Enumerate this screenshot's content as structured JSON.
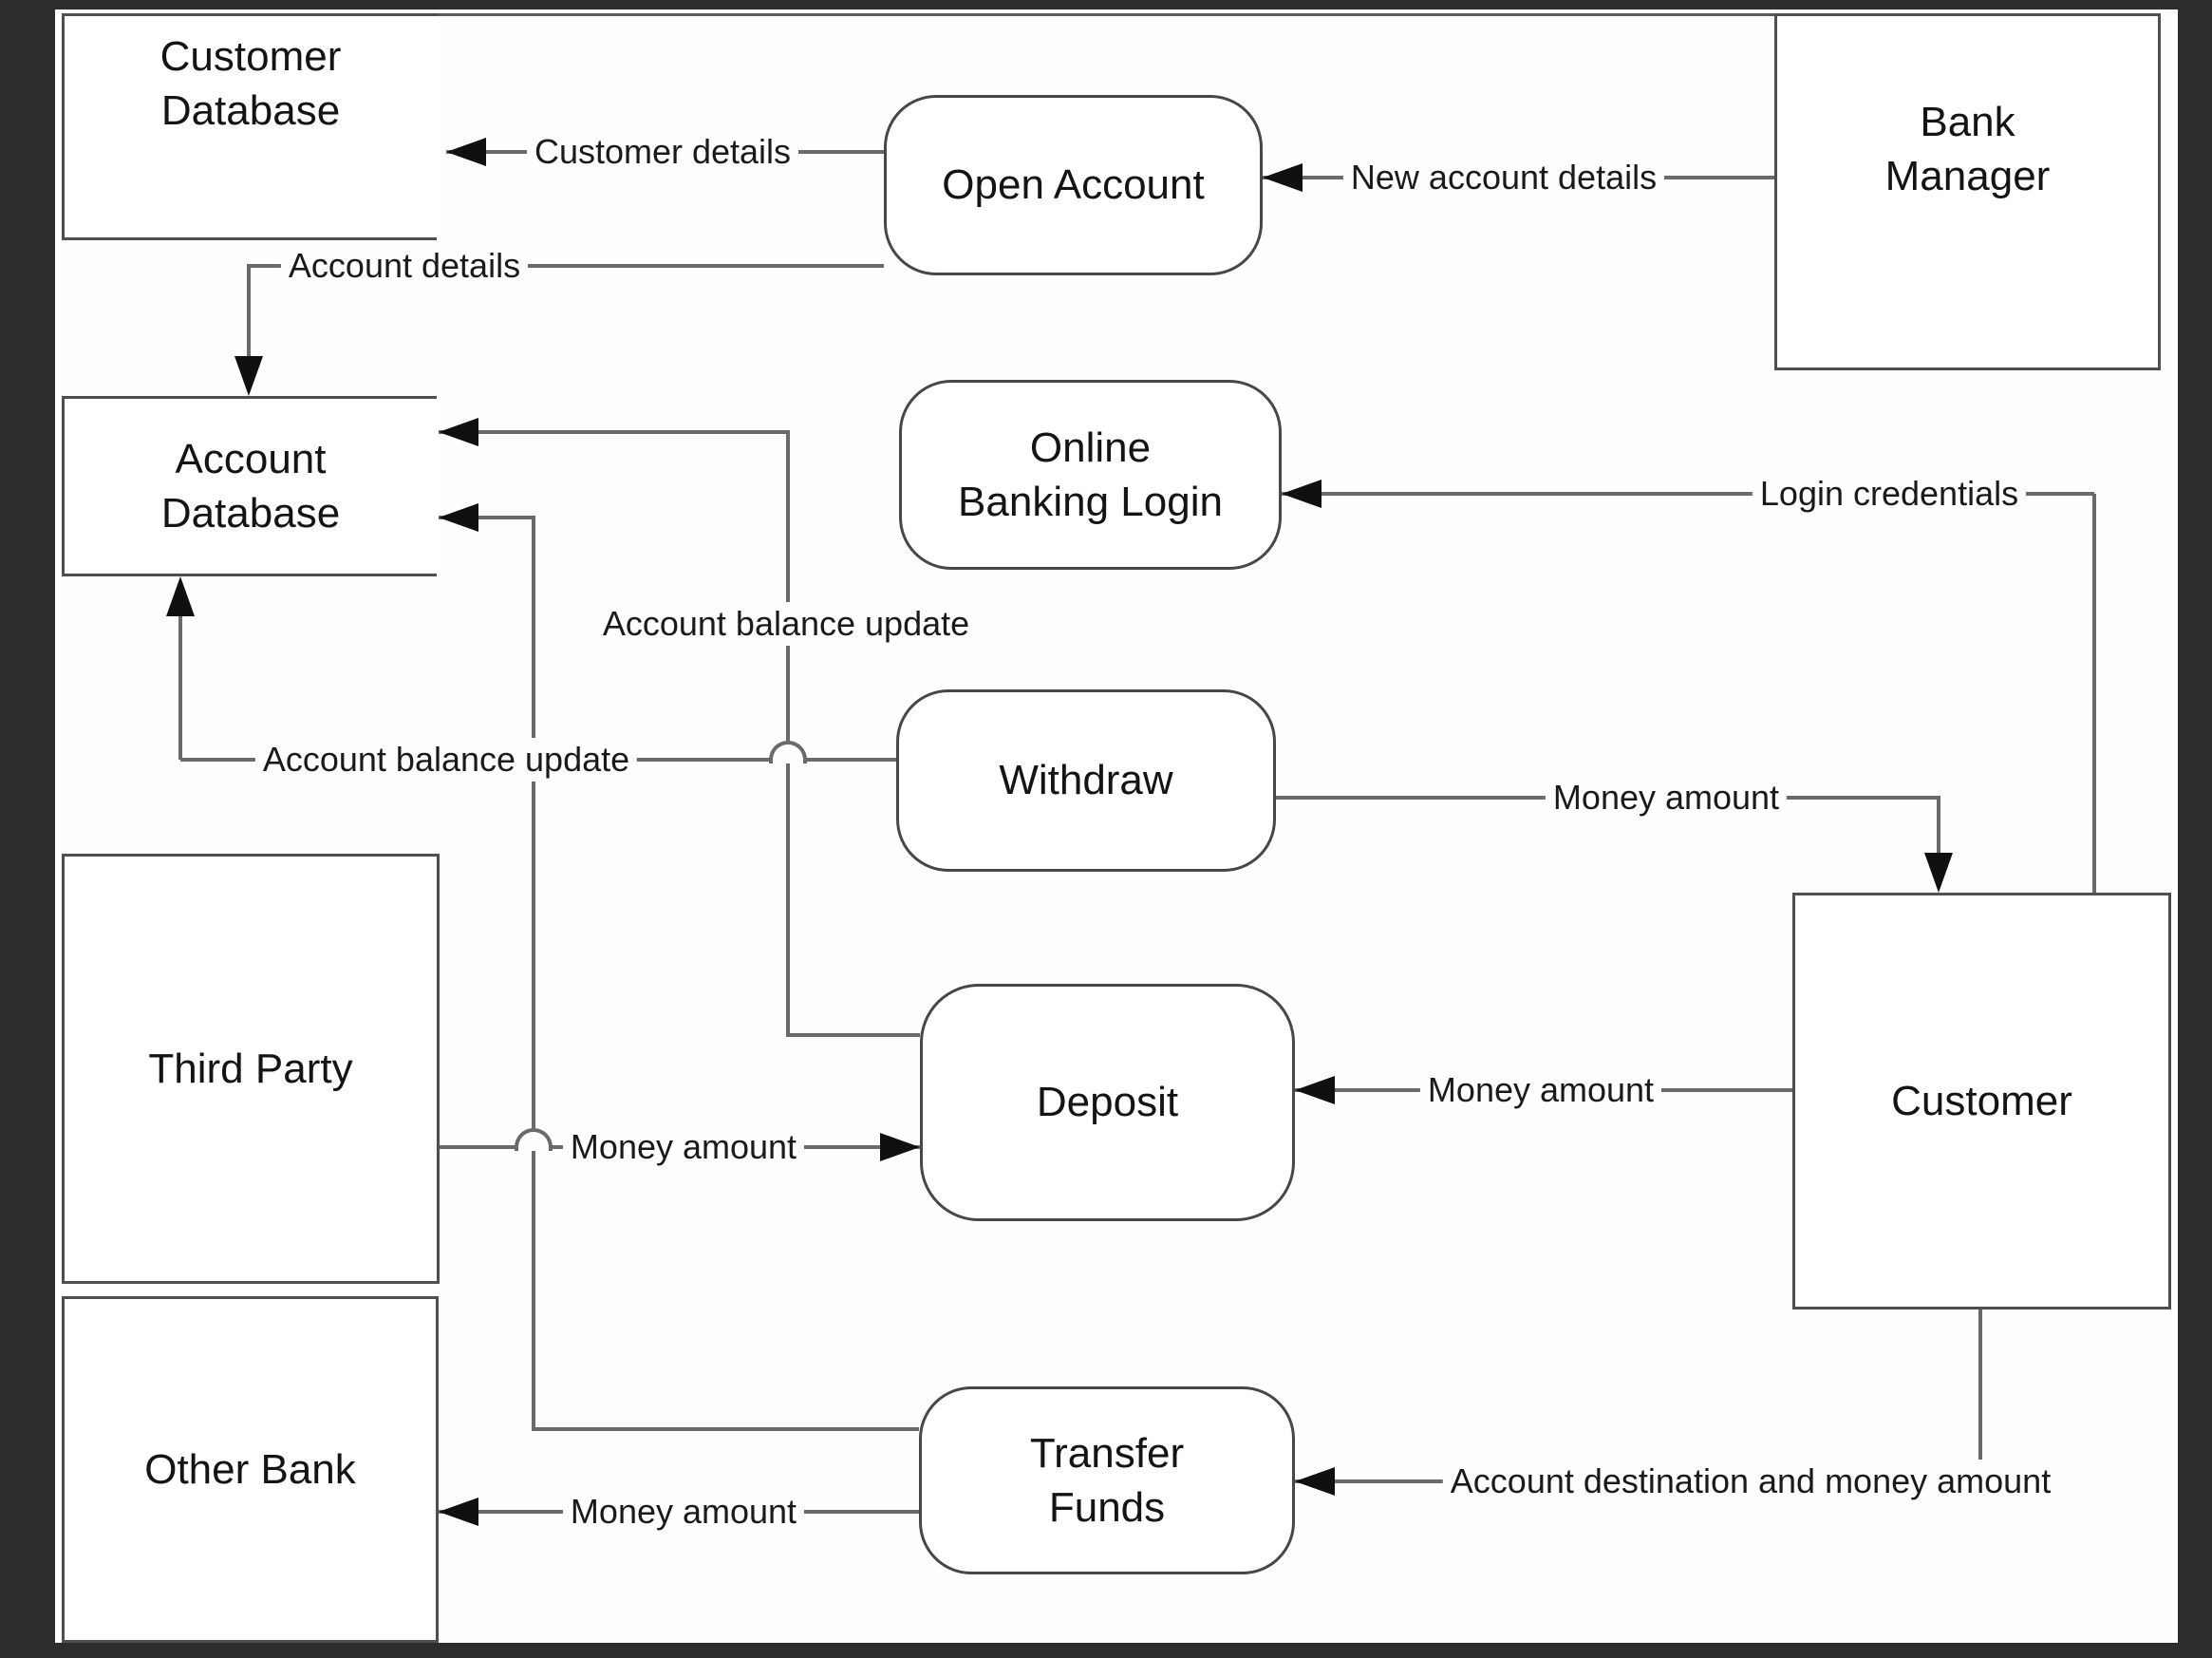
{
  "diagram_type": "data-flow-diagram",
  "colors": {
    "background": "#2d2d2d",
    "canvas": "#fefefe",
    "line": "#6a6a6a",
    "box_border": "#4f4f4f",
    "arrow": "#101010",
    "text": "#141414"
  },
  "nodes": {
    "customer_database": {
      "label": "Customer\nDatabase",
      "type": "datastore"
    },
    "bank_manager": {
      "label": "Bank\nManager",
      "type": "external-entity"
    },
    "account_database": {
      "label": "Account\nDatabase",
      "type": "datastore"
    },
    "third_party": {
      "label": "Third Party",
      "type": "external-entity"
    },
    "other_bank": {
      "label": "Other Bank",
      "type": "external-entity"
    },
    "customer": {
      "label": "Customer",
      "type": "external-entity"
    },
    "open_account": {
      "label": "Open Account",
      "type": "process"
    },
    "online_banking_login": {
      "label": "Online\nBanking Login",
      "type": "process"
    },
    "withdraw": {
      "label": "Withdraw",
      "type": "process"
    },
    "deposit": {
      "label": "Deposit",
      "type": "process"
    },
    "transfer_funds": {
      "label": "Transfer\nFunds",
      "type": "process"
    }
  },
  "edges": {
    "customer_details": {
      "label": "Customer details",
      "from": "open_account",
      "to": "customer_database"
    },
    "account_details": {
      "label": "Account details",
      "from": "open_account",
      "to": "account_database"
    },
    "new_account_details": {
      "label": "New account details",
      "from": "bank_manager",
      "to": "open_account"
    },
    "login_credentials": {
      "label": "Login credentials",
      "from": "customer",
      "to": "online_banking_login"
    },
    "account_balance_update_withdraw": {
      "label": "Account balance update",
      "from": "withdraw",
      "to": "account_database"
    },
    "account_balance_update_deposit": {
      "label": "Account balance update",
      "from": "deposit",
      "to": "account_database"
    },
    "account_balance_update_transfer": {
      "label": "",
      "from": "transfer_funds",
      "to": "account_database"
    },
    "money_amount_withdraw": {
      "label": "Money amount",
      "from": "withdraw",
      "to": "customer"
    },
    "money_amount_customer_deposit": {
      "label": "Money amount",
      "from": "customer",
      "to": "deposit"
    },
    "money_amount_third_party": {
      "label": "Money amount",
      "from": "third_party",
      "to": "deposit"
    },
    "account_destination": {
      "label": "Account destination and money amount",
      "from": "customer",
      "to": "transfer_funds"
    },
    "money_amount_other_bank": {
      "label": "Money amount",
      "from": "transfer_funds",
      "to": "other_bank"
    }
  }
}
